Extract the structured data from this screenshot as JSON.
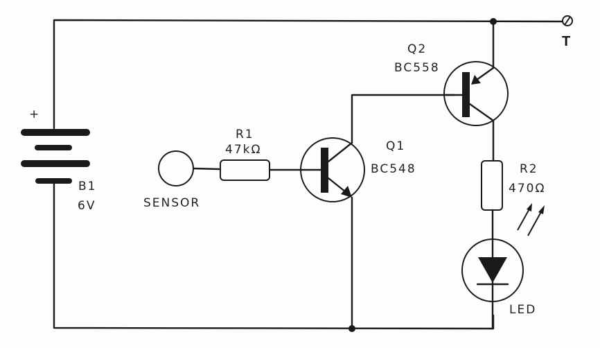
{
  "diagram": {
    "type": "electronic-schematic",
    "components": {
      "battery": {
        "ref": "B1",
        "value": "6V",
        "polarity": "+"
      },
      "sensor": {
        "label": "SENSOR"
      },
      "r1": {
        "ref": "R1",
        "value": "47kΩ"
      },
      "q1": {
        "ref": "Q1",
        "part": "BC548",
        "type": "NPN"
      },
      "q2": {
        "ref": "Q2",
        "part": "BC558",
        "type": "PNP"
      },
      "r2": {
        "ref": "R2",
        "value": "470Ω"
      },
      "led": {
        "label": "LED"
      },
      "terminal": {
        "label": "T"
      }
    },
    "colors": {
      "ink": "#1a1a1a",
      "paper": "#fdfdfd"
    }
  }
}
